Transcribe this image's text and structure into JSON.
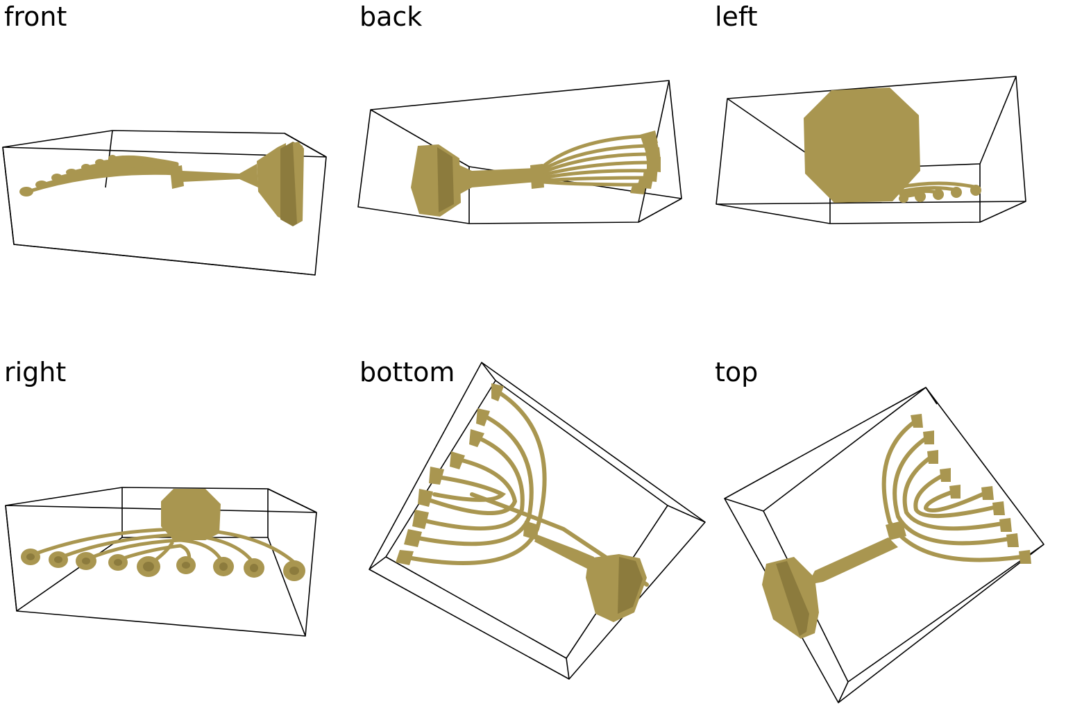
{
  "views": [
    {
      "id": "front",
      "label": "front"
    },
    {
      "id": "back",
      "label": "back"
    },
    {
      "id": "left",
      "label": "left"
    },
    {
      "id": "right",
      "label": "right"
    },
    {
      "id": "bottom",
      "label": "bottom"
    },
    {
      "id": "top",
      "label": "top"
    }
  ],
  "colors": {
    "object": "#a99650",
    "object_shade": "#8c7b3d",
    "box_lines": "#000000",
    "background": "#ffffff"
  },
  "object": "menorah"
}
